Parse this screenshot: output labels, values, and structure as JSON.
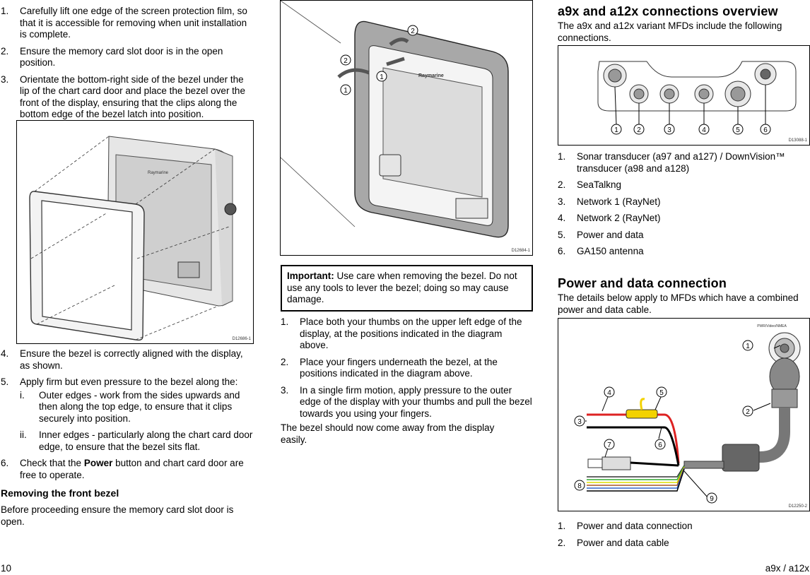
{
  "col1": {
    "steps_top": [
      {
        "n": "1.",
        "text": "Carefully lift one edge of the screen protection film, so that it is accessible for removing when unit installation is complete."
      },
      {
        "n": "2.",
        "text": "Ensure the memory card slot door is in the open position."
      },
      {
        "n": "3.",
        "text": "Orientate the bottom-right side of the bezel under the lip of the chart card door and place the bezel over the front of the display, ensuring that the clips along the bottom edge of the bezel latch into position."
      }
    ],
    "figure1_code": "D12686-1",
    "step4": {
      "n": "4.",
      "text": "Ensure the bezel is correctly aligned with the display, as shown."
    },
    "step5": {
      "n": "5.",
      "text": "Apply firm but even pressure to the bezel along the:"
    },
    "step5_sub": [
      {
        "n": "i.",
        "text": "Outer edges - work from the sides upwards and then along the top edge, to ensure that it clips securely into position."
      },
      {
        "n": "ii.",
        "text": "Inner edges - particularly along the chart card door edge, to ensure that the bezel sits flat."
      }
    ],
    "step6": {
      "n": "6.",
      "pre": "Check that the ",
      "bold": "Power",
      "post": " button and chart card door are free to operate."
    },
    "heading": "Removing the front bezel",
    "para": "Before proceeding ensure the memory card slot door is open."
  },
  "col2": {
    "figure2_code": "D12684-1",
    "figure2_brand": "Raymarine",
    "important_label": "Important:",
    "important_text": " Use care when removing the bezel. Do not use any tools to lever the bezel; doing so may cause damage.",
    "steps": [
      {
        "n": "1.",
        "text": "Place both your thumbs on the upper left edge of the display, at the positions indicated in the diagram above."
      },
      {
        "n": "2.",
        "text": "Place your fingers underneath the bezel, at the positions indicated in the diagram above."
      },
      {
        "n": "3.",
        "text": "In a single firm motion, apply pressure to the outer edge of the display with your thumbs and pull the bezel towards you using your fingers."
      }
    ],
    "para": "The bezel should now come away from the display easily."
  },
  "col3": {
    "heading1": "a9x and a12x connections overview",
    "intro1": "The a9x and a12x variant MFDs include the following connections.",
    "figure3_code": "D13088-1",
    "connections": [
      {
        "n": "1.",
        "text": "Sonar transducer (a97 and a127) / DownVision™ transducer (a98 and a128)"
      },
      {
        "n": "2.",
        "text": "SeaTalkng"
      },
      {
        "n": "3.",
        "text": "Network 1 (RayNet)"
      },
      {
        "n": "4.",
        "text": "Network 2 (RayNet)"
      },
      {
        "n": "5.",
        "text": "Power and data"
      },
      {
        "n": "6.",
        "text": "GA150 antenna"
      }
    ],
    "heading2": "Power and data connection",
    "intro2": "The details below apply to MFDs which have a combined power and data cable.",
    "figure4_code": "D12250-2",
    "figure4_label": "PWR/Video/NMEA",
    "power_items": [
      {
        "n": "1.",
        "text": "Power and data connection"
      },
      {
        "n": "2.",
        "text": "Power and data cable"
      }
    ]
  },
  "callouts": {
    "fig2": [
      "1",
      "2",
      "1",
      "2"
    ],
    "fig3": [
      "1",
      "2",
      "3",
      "4",
      "5",
      "6"
    ],
    "fig4": [
      "1",
      "2",
      "3",
      "4",
      "5",
      "6",
      "7",
      "8",
      "9"
    ]
  },
  "footer": {
    "page": "10",
    "product": "a9x / a12x"
  }
}
